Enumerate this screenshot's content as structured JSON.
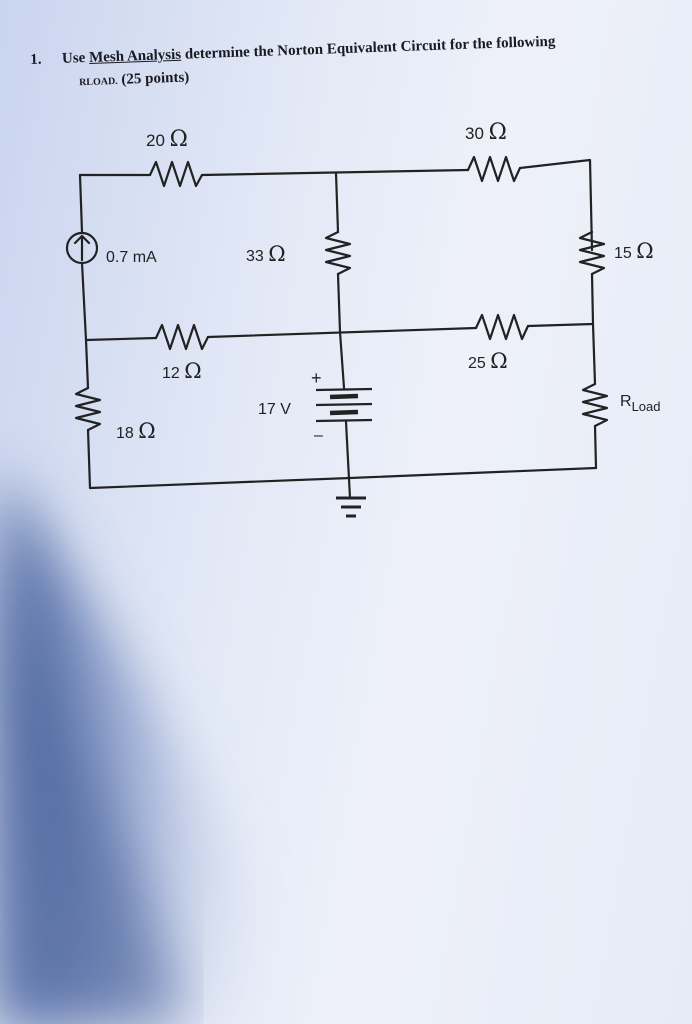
{
  "question": {
    "number": "1.",
    "use": "Use",
    "method": "Mesh Analysis",
    "text": "determine the Norton Equivalent Circuit for the following",
    "rload_label": "RLOAD.",
    "points": "(25 points)"
  },
  "components": {
    "r20": "20",
    "r30": "30",
    "current_source": "0.7 mA",
    "r33": "33",
    "r15": "15",
    "r12": "12",
    "r25": "25",
    "voltage_source": "17 V",
    "polarity_plus": "+",
    "polarity_minus": "–",
    "rload_r": "R",
    "rload_sub": "Load",
    "r18": "18",
    "omega": "Ω"
  },
  "colors": {
    "ink": "#222222",
    "paper": "#e6ebf6",
    "shadow": "#4d6499"
  }
}
